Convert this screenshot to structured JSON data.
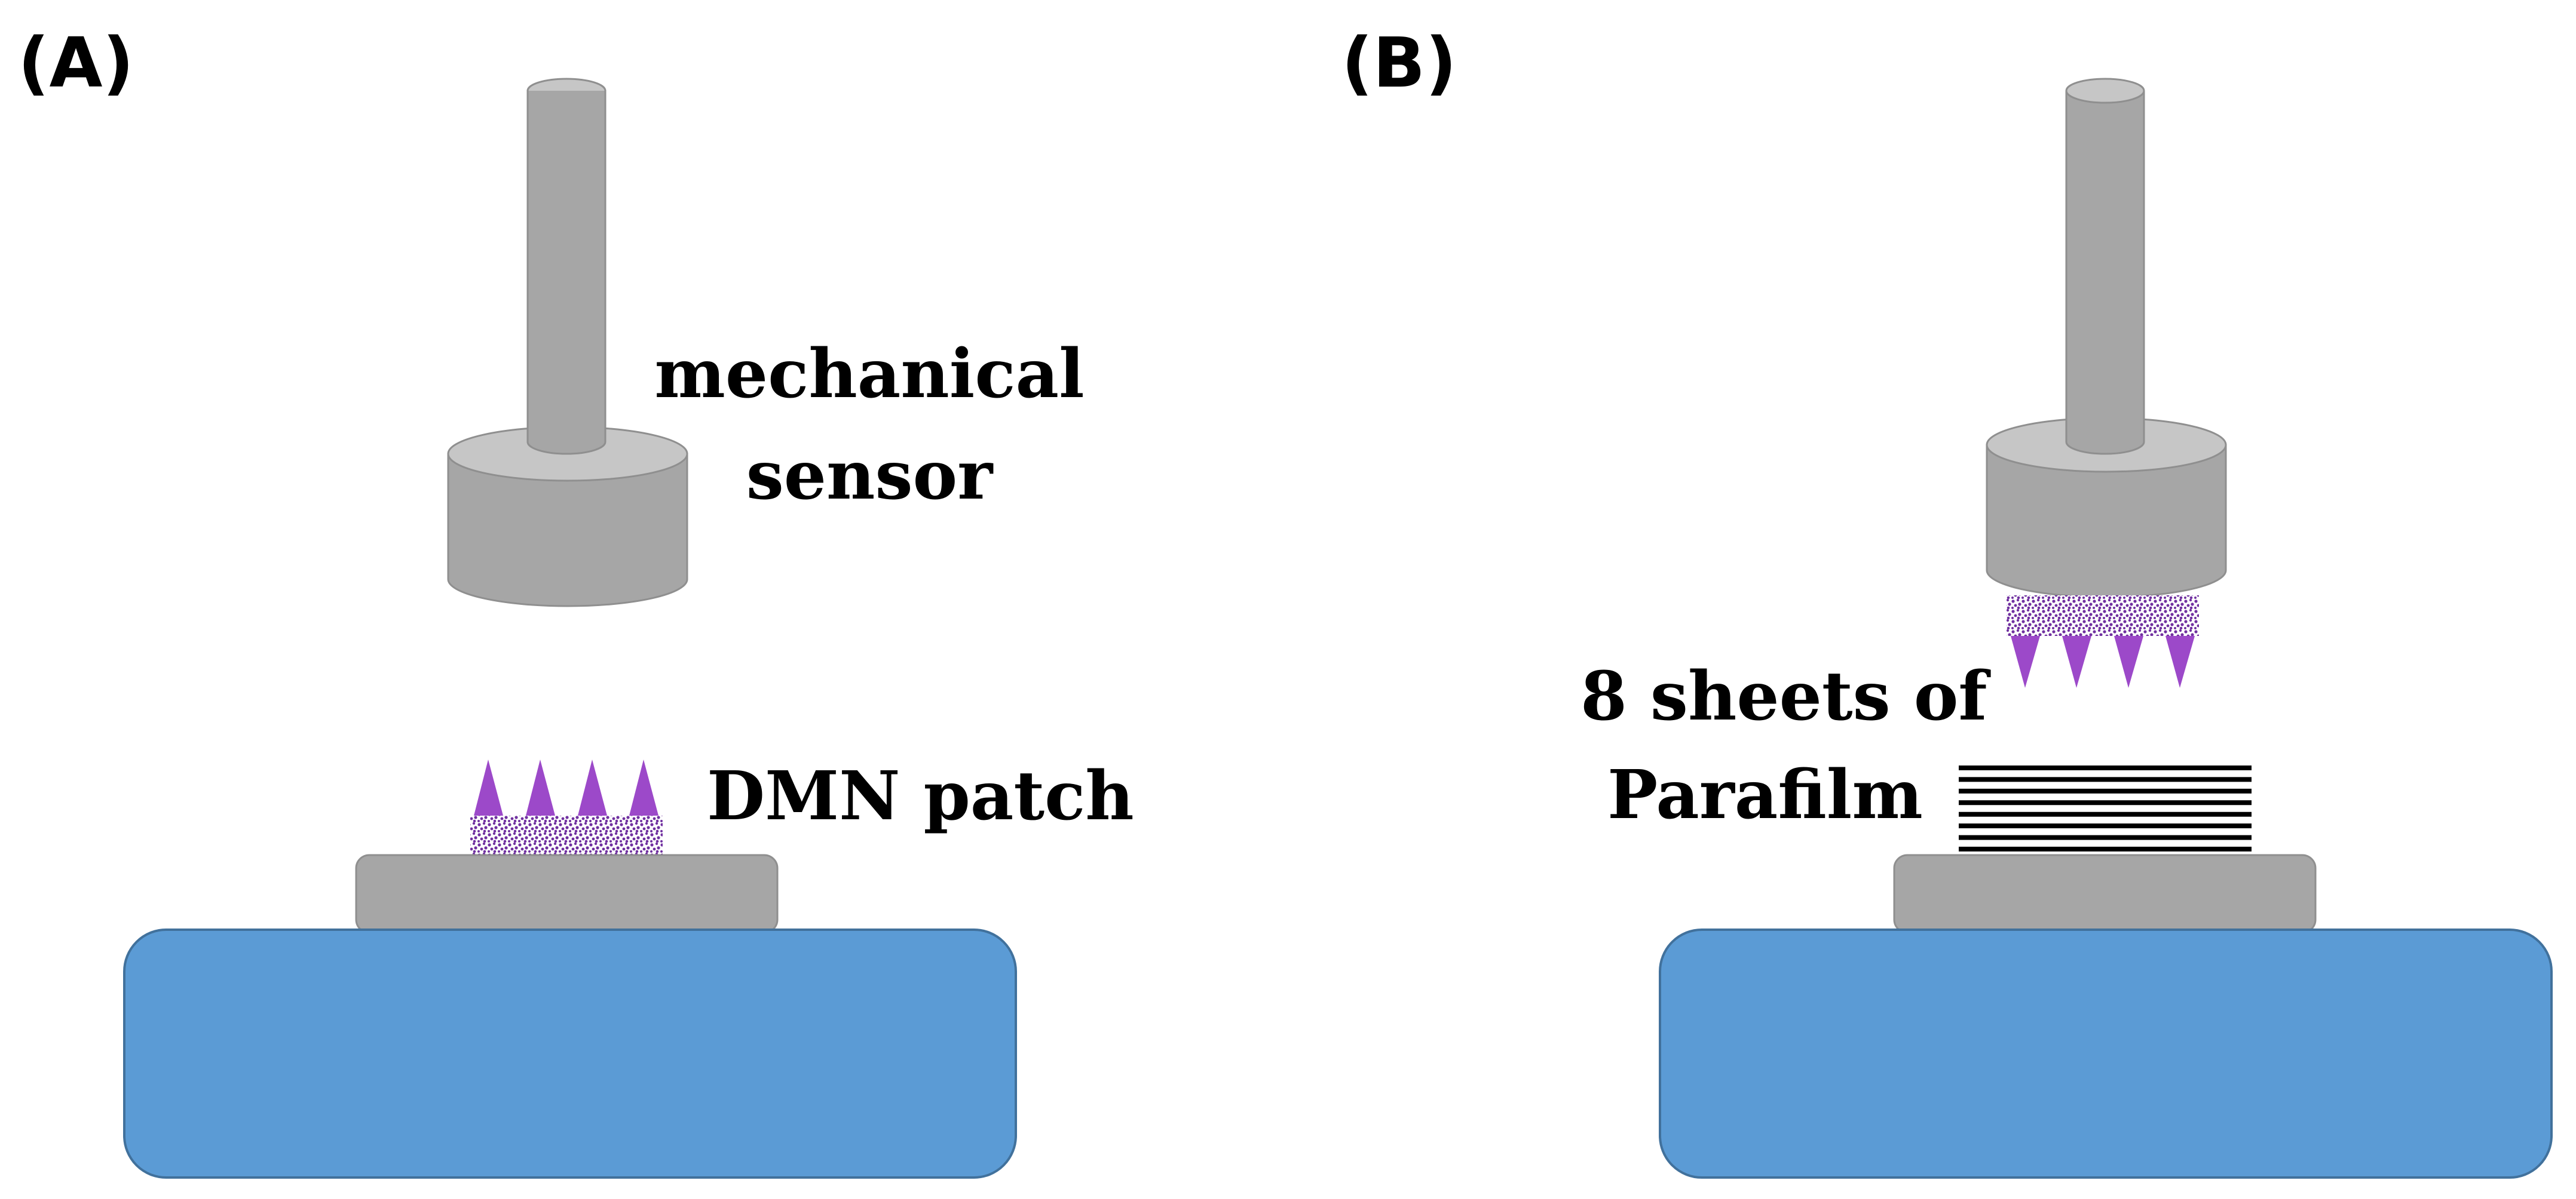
{
  "panels": [
    {
      "label": "(A)",
      "annotations": [
        "mechanical",
        "sensor",
        "DMN patch"
      ]
    },
    {
      "label": "(B)",
      "annotations": [
        "8 sheets of",
        "Parafilm"
      ],
      "parafilm_sheet_count": 8
    }
  ],
  "colors": {
    "sensor_gray": "#a6a6a6",
    "sensor_top": "#c6c6c6",
    "sensor_edge": "#8f8f8f",
    "platform_gray": "#a6a6a6",
    "base_blue": "#5b9bd5",
    "base_edge": "#41719c",
    "needle_purple": "#9c49c9",
    "patch_dots": "#7030a0",
    "parafilm_line": "#000000"
  }
}
